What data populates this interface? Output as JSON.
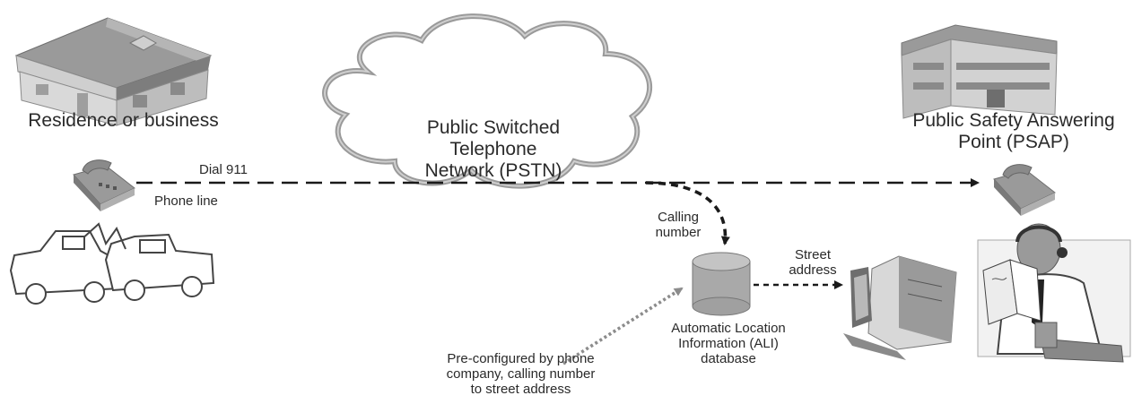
{
  "labels": {
    "residence": "Residence or business",
    "pstn": "Public Switched\nTelephone\nNetwork (PSTN)",
    "psap": "Public Safety Answering\nPoint (PSAP)",
    "dial": "Dial 911",
    "phone_line": "Phone line",
    "calling_number": "Calling\nnumber",
    "street_address": "Street\naddress",
    "ali": "Automatic  Location\nInformation (ALI)\ndatabase",
    "preconfigured": "Pre-configured by phone\ncompany, calling number\nto street  address"
  },
  "icons": {
    "house": "house-icon",
    "psap_building": "psap-building-icon",
    "caller_phone": "telephone-icon",
    "psap_phone": "telephone-icon",
    "crash": "car-crash-icon",
    "cloud": "cloud-icon",
    "database": "database-icon",
    "computer": "computer-icon",
    "dispatcher": "dispatcher-icon"
  },
  "colors": {
    "line": "#1a1a1a",
    "dotted_arrow": "#8c8c8c",
    "database": "#a9a9a9",
    "roof": "#8f8f8f"
  }
}
